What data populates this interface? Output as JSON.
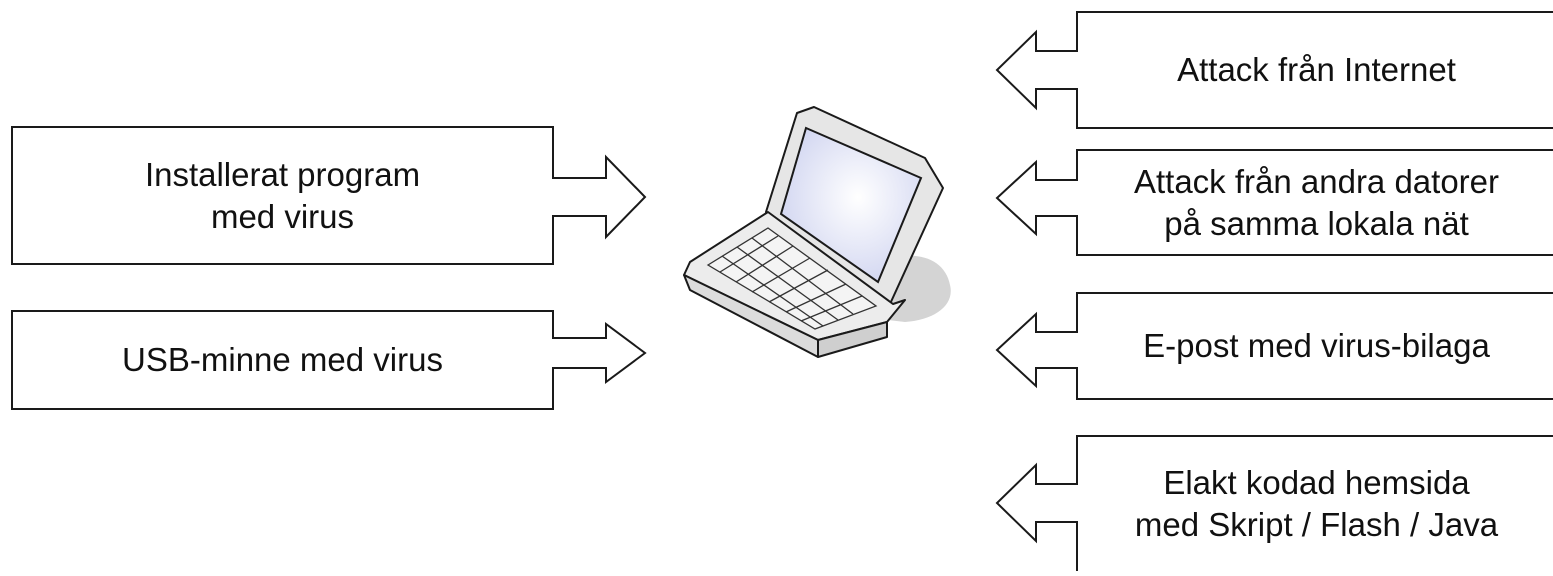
{
  "diagram": {
    "colors": {
      "stroke": "#1a1a1a",
      "fill": "#ffffff",
      "screen": "#c9ceee",
      "screen_glow": "#ffffff",
      "body": "#e6e6e6",
      "key": "#ffffff",
      "shadow": "#d4d4d4"
    },
    "center_icon": "laptop-icon",
    "left_sources": [
      {
        "lines": [
          "Installerat program",
          "med virus"
        ]
      },
      {
        "lines": [
          "USB-minne med virus"
        ]
      }
    ],
    "right_sources": [
      {
        "lines": [
          "Attack från Internet"
        ]
      },
      {
        "lines": [
          "Attack från andra datorer",
          "på samma lokala nät"
        ]
      },
      {
        "lines": [
          "E-post med virus-bilaga"
        ]
      },
      {
        "lines": [
          "Elakt kodad hemsida",
          "med Skript / Flash / Java"
        ]
      }
    ]
  }
}
